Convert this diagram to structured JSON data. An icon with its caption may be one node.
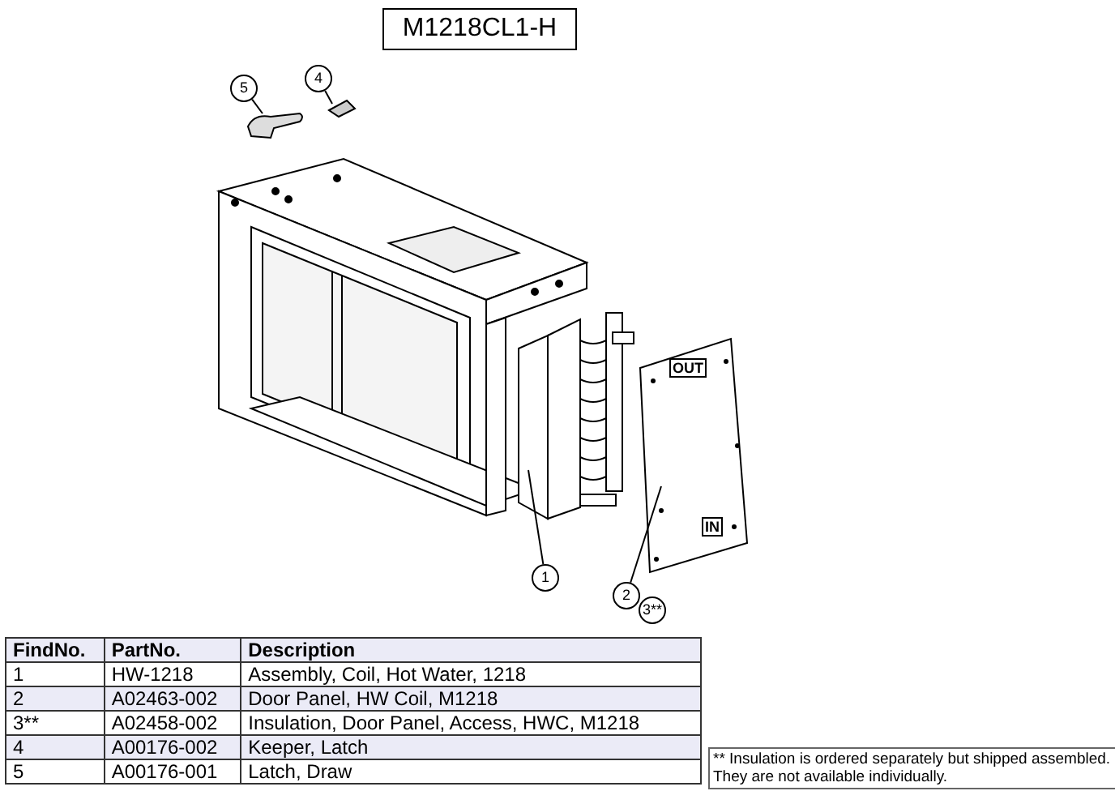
{
  "diagram": {
    "title": "M1218CL1-H",
    "nodes": [
      {
        "text": [
          "1"
        ]
      },
      {
        "text": [
          "2"
        ]
      },
      {
        "text": [
          "3**"
        ]
      },
      {
        "text": [
          "4"
        ]
      },
      {
        "text": [
          "5"
        ]
      },
      {
        "text": [],
        "shape": "picture"
      },
      {
        "text": [
          "OUT",
          "IN"
        ]
      },
      {
        "text": [],
        "shape": "picture"
      },
      {
        "text": [],
        "shape": "picture"
      }
    ],
    "edges": [
      {
        "from": 0,
        "to": 5,
        "arrow": "none"
      },
      {
        "from": 1,
        "to": 6,
        "arrow": "none"
      },
      {
        "from": 3,
        "to": 7,
        "arrow": "none"
      },
      {
        "from": 4,
        "to": 8,
        "arrow": "none"
      }
    ],
    "labels": [
      "FindNo.",
      "PartNo.",
      "Description",
      "1",
      "HW-1218",
      "Assembly, Coil, Hot Water, 1218",
      "2",
      "A02463-002",
      "Door Panel, HW Coil, M1218",
      "3**",
      "A02458-002",
      "Insulation, Door Panel, Access, HWC, M1218",
      "4",
      "A00176-002",
      "Keeper, Latch",
      "5",
      "A00176-001",
      "Latch, Draw",
      "** Insulation is ordered separately but shipped assembled. They are not available individually."
    ]
  }
}
